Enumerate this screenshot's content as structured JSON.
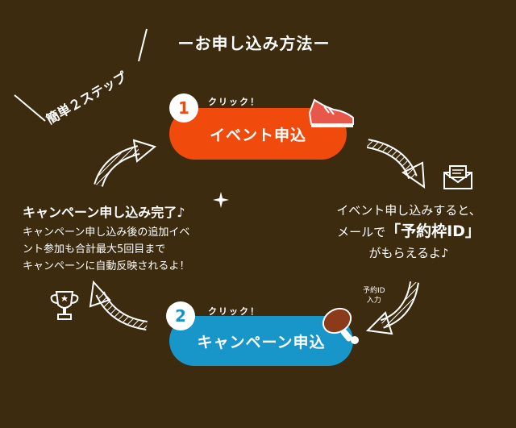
{
  "header": {
    "title": "ーお申し込み方法ー",
    "steps_tag": "簡単２ステップ"
  },
  "step1": {
    "number": "1",
    "click_hint": "クリック！",
    "button_label": "イベント申込"
  },
  "step2": {
    "number": "2",
    "click_hint": "クリック！",
    "button_label": "キャンペーン申込"
  },
  "left_info": {
    "heading": "キャンペーン申し込み完了♪",
    "lines": [
      "キャンペーン申し込み後の追加イベ",
      "ント参加も合計最大5回目まで",
      "キャンペーンに自動反映されるよ！"
    ]
  },
  "right_info": {
    "line1": "イベント申し込みすると、",
    "line2_prefix": "メールで",
    "line2_highlight": "「予約枠ID」",
    "line3": "がもらえるよ♪"
  },
  "arrow_note": {
    "line1": "予約ID",
    "line2": "入力"
  },
  "colors": {
    "background": "#3d2b0f",
    "step1": "#f04a0c",
    "step2": "#1996c9"
  },
  "icons": [
    "sneaker-icon",
    "envelope-icon",
    "meat-icon",
    "trophy-icon",
    "sparkle-icon"
  ]
}
